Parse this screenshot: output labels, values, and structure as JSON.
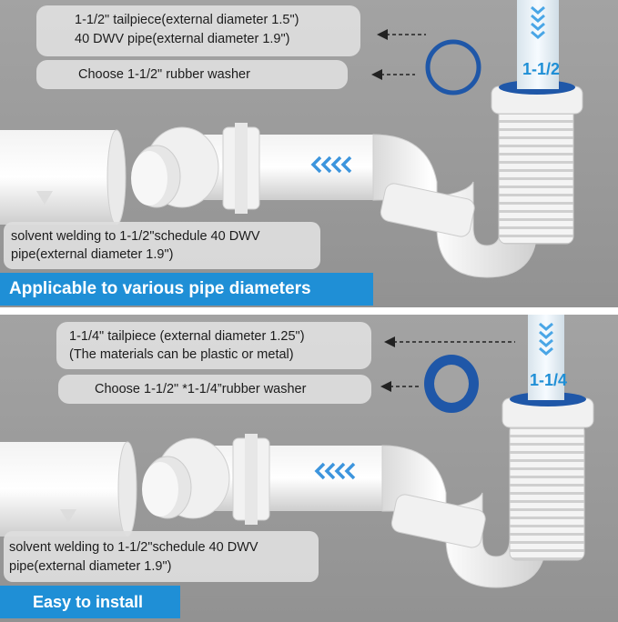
{
  "panels": {
    "top": {
      "tailpiece_lines": [
        "1-1/2\" tailpiece(external diameter 1.5\")",
        "40 DWV pipe(external diameter 1.9\")"
      ],
      "washer_label": "Choose 1-1/2\" rubber washer",
      "weld_lines": [
        "solvent welding to 1-1/2\"schedule 40 DWV",
        "pipe(external diameter 1.9\")"
      ],
      "banner": "Applicable to various pipe diameters",
      "size_label": "1-1/2"
    },
    "bottom": {
      "tailpiece_lines": [
        "1-1/4\" tailpiece (external diameter 1.25\")",
        "(The materials can be plastic or metal)"
      ],
      "washer_label": "Choose 1-1/2\" *1-1/4”rubber washer",
      "weld_lines": [
        "solvent welding to 1-1/2\"schedule 40 DWV",
        "pipe(external diameter 1.9\")"
      ],
      "banner": "Easy to install",
      "size_label": "1-1/4"
    }
  },
  "colors": {
    "accent": "#1f8fd6",
    "washer": "#1f57a8",
    "background": "#9a9a9a",
    "label_bg": "#dedede"
  },
  "icons": [
    "arrow-left-icon",
    "flow-chevrons-icon",
    "rubber-washer-icon"
  ]
}
